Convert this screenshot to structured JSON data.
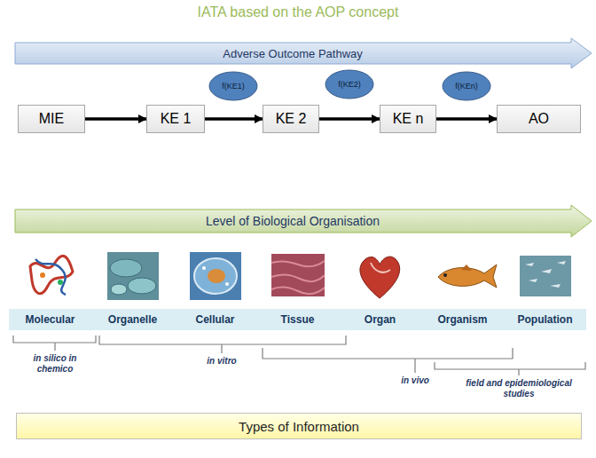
{
  "diagram": {
    "title": "IATA based on the AOP concept",
    "nodes": [
      {
        "text": [
          "Adverse Outcome Pathway"
        ]
      },
      {
        "text": [
          "MIE"
        ]
      },
      {
        "text": [
          "KE 1"
        ]
      },
      {
        "text": [
          "KE 2"
        ]
      },
      {
        "text": [
          "KE n"
        ]
      },
      {
        "text": [
          "AO"
        ]
      },
      {
        "text": [
          "f(KE1)"
        ]
      },
      {
        "text": [
          "f(KE2)"
        ]
      },
      {
        "text": [
          "f(KEn)"
        ]
      },
      {
        "text": [
          "Level of Biological Organisation"
        ]
      },
      {
        "text": [
          "Molecular"
        ]
      },
      {
        "text": [
          "Organelle"
        ]
      },
      {
        "text": [
          "Cellular"
        ]
      },
      {
        "text": [
          "Tissue"
        ]
      },
      {
        "text": [
          "Organ"
        ]
      },
      {
        "text": [
          "Organism"
        ]
      },
      {
        "text": [
          "Population"
        ]
      },
      {
        "text": [
          "Types of Information"
        ]
      }
    ],
    "edges": [
      {
        "from": 1,
        "to": 2,
        "arrow": "to"
      },
      {
        "from": 2,
        "to": 3,
        "arrow": "to"
      },
      {
        "from": 3,
        "to": 4,
        "arrow": "to"
      },
      {
        "from": 4,
        "to": 5,
        "arrow": "to"
      }
    ],
    "labels": [
      "in silico in chemico",
      "in vitro",
      "in vivo",
      "field and epidemiological studies"
    ]
  }
}
